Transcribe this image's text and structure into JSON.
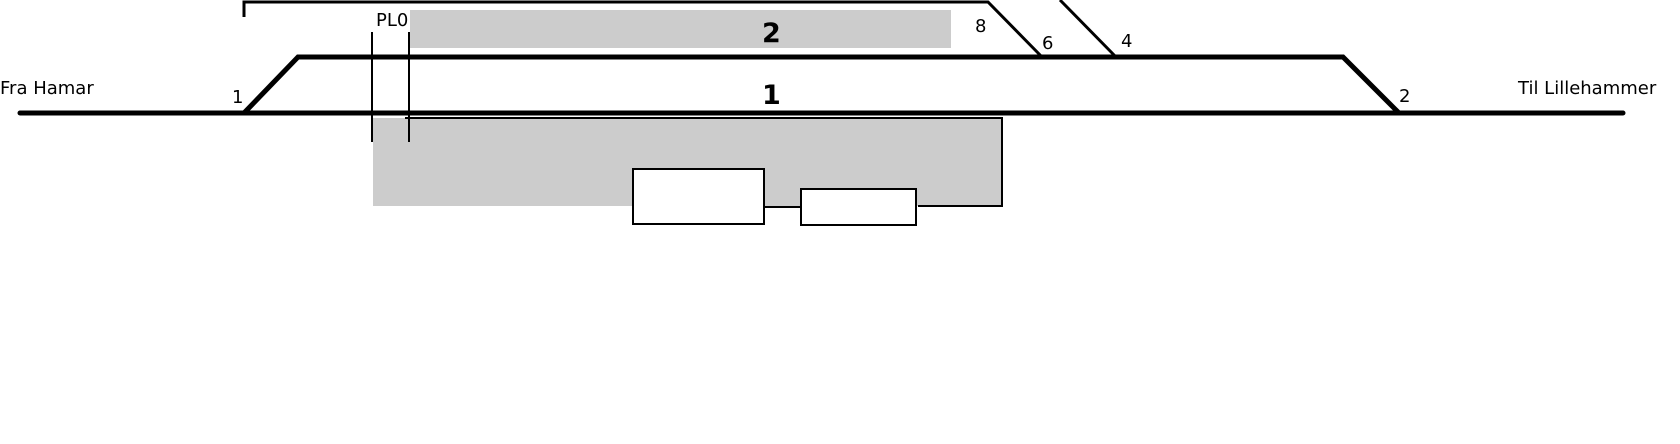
{
  "labels": {
    "from": "Fra Hamar",
    "to": "Til Lillehammer",
    "platform_marker": "PL0"
  },
  "tracks": {
    "main": "1",
    "siding": "2"
  },
  "switches": {
    "s1": "1",
    "s2": "2",
    "s4": "4",
    "s6": "6",
    "s8": "8"
  },
  "colors": {
    "track": "#000000",
    "platform_fill": "#cccccc",
    "building_fill": "#ffffff",
    "background": "#ffffff"
  }
}
